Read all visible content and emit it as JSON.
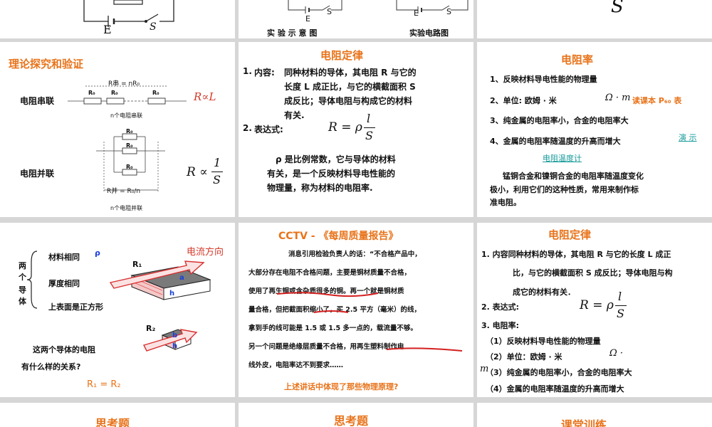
{
  "row1": {
    "circuit_label_e": "E",
    "circuit_label_s": "S",
    "caption_left": "实 验 示 意 图",
    "caption_right": "实验电路图",
    "small_e": "E",
    "small_s": "S",
    "small_e2": "E",
    "small_s2": "S",
    "formula_s": "S"
  },
  "theory": {
    "title": "理论探究和验证",
    "series_label": "电阻串联",
    "series_formula": "R串 = nR₀",
    "series_r0": [
      "R₀",
      "R₀",
      "R₀"
    ],
    "series_caption": "n个电阻串联",
    "series_result": "R∝L",
    "parallel_label": "电阻并联",
    "parallel_r0": [
      "R₀",
      "R₀",
      "R₀"
    ],
    "parallel_formula": "R并 = R₀/n",
    "parallel_formula_top": "R₀",
    "parallel_formula_bottom": "n",
    "parallel_caption": "n个电阻并联",
    "parallel_result_r": "R ∝",
    "parallel_result_num": "1",
    "parallel_result_den": "S"
  },
  "law": {
    "title": "电阻定律",
    "item1_num": "1.",
    "item1_label": "内容:",
    "item1_lines": [
      "同种材料的导体，其电阻 R 与它的",
      "长度 L 成正比，与它的横截面积 S",
      "成反比；导体电阻与构成它的材料",
      "有关."
    ],
    "item2_num": "2.",
    "item2_label": "表达式:",
    "formula_lhs": "R = ρ",
    "formula_num": "l",
    "formula_den": "S",
    "rho_lines": [
      "ρ 是比例常数，它与导体的材料",
      "有关，是一个反映材料导电性能的",
      "物理量，称为材料的电阻率."
    ]
  },
  "resistivity": {
    "title": "电阻率",
    "items": [
      "1、反映材料导电性能的物理量",
      "2、单位: 欧姆 · 米",
      "3、纯金属的电阻率小，合金的电阻率大",
      "4、金属的电阻率随温度的升高而增大"
    ],
    "unit_symbol": "Ω · m",
    "textbook": "读课本 P₆₀ 表",
    "demo": "演 示",
    "thermometer": "电阻温度计",
    "note_lines": [
      "锰铜合金和镍铜合金的电阻率随温度变化",
      "极小，利用它们的这种性质，常用来制作标",
      "准电阻。"
    ]
  },
  "conductors": {
    "side_label": [
      "两",
      "个",
      "导",
      "体"
    ],
    "conditions": [
      "材料相同",
      "厚度相同",
      "上表面是正方形"
    ],
    "rho": "ρ",
    "current_dir": "电流方向",
    "r1": "R₁",
    "r2": "R₂",
    "a": "a",
    "h": "h",
    "b": "b",
    "h2": "h",
    "question_lines": [
      "这两个导体的电阻",
      "有什么样的关系?"
    ],
    "answer": "R₁ = R₂"
  },
  "cctv": {
    "title": "CCTV  -  《每周质量报告》",
    "lines": [
      "消息引用检验负责人的话：“不合格产品中，",
      "大部分存在电阻不合格问题，主要是铜材质量不合格，",
      "使用了再生铜或含杂质很多的铜。再一个就是铜材质",
      "量合格，但把截面积缩小了，买 2.5 平方（毫米）的线，",
      "拿到手的线可能是 1.5 或 1.5 多一点的，载流量不够。",
      "另一个问题是绝缘层质量不合格，用再生塑料制作电",
      "线外皮，电阻率达不到要求……"
    ],
    "question": "上述讲话中体现了那些物理原理?"
  },
  "law2": {
    "title": "电阻定律",
    "lines": [
      "1. 内容同种材料的导体，其电阻 R 与它的长度 L 成正",
      "比，与它的横截面积 S 成反比；导体电阻与构",
      "成它的材料有关．"
    ],
    "expr_label": "2. 表达式:",
    "formula_lhs": "R = ρ",
    "formula_num": "l",
    "formula_den": "S",
    "sub_title": "3. 电阻率:",
    "sub_items": [
      "（1）反映材料导电性能的物理量",
      "（2）单位：欧姆 · 米",
      "（3）纯金属的电阻率小，合金的电阻率大",
      "（4）金属的电阻率随温度的升高而增大"
    ],
    "unit_symbol": "Ω ·",
    "m_symbol": "m"
  },
  "row4": {
    "left_title": "思考题",
    "mid_title": "思考题",
    "right_title": "课堂训练"
  }
}
